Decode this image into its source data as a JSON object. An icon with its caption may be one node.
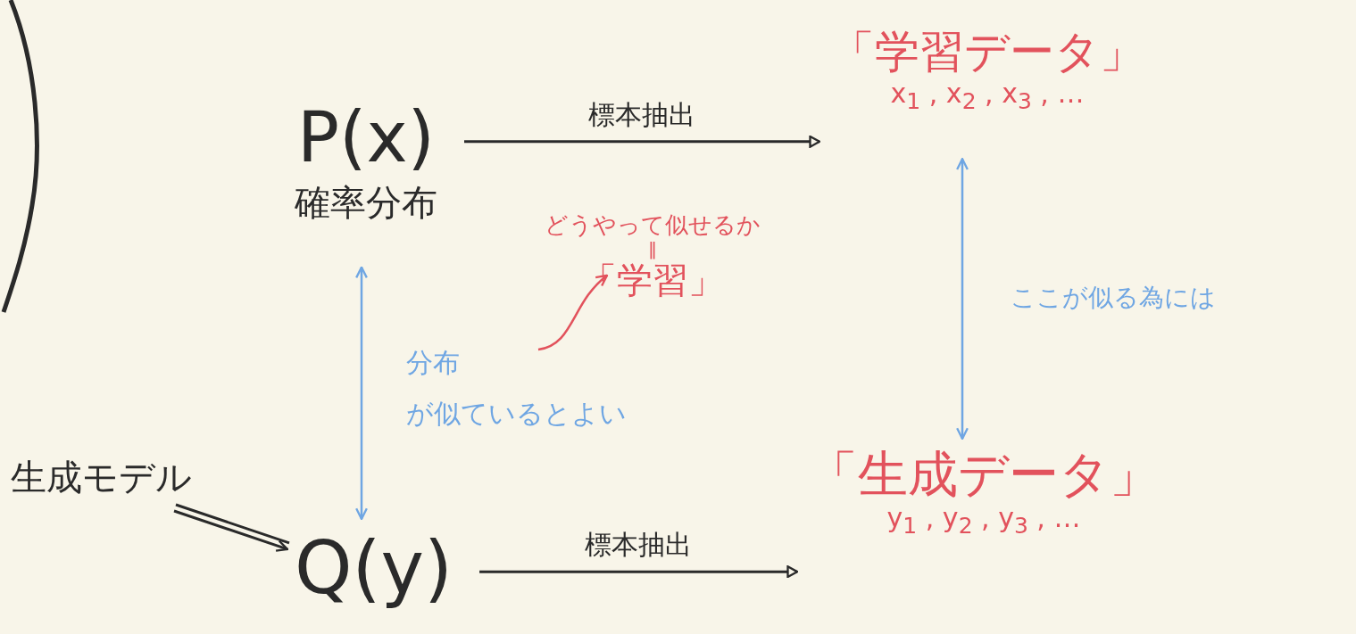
{
  "diagram": {
    "nodes": [
      {
        "text": [
          "P(x)"
        ],
        "beside": [
          "確率分布"
        ]
      },
      {
        "text": [
          "「学習データ」",
          "x$_{1}$ , x$_{2}$ , x$_{3}$ , …"
        ]
      },
      {
        "text": [
          "生成モデル"
        ]
      },
      {
        "text": [
          "Q(y)"
        ]
      },
      {
        "text": [
          "「生成データ」",
          "y$_{1}$ , y$_{2}$ , y$_{3}$ , …"
        ]
      },
      {
        "text": [
          "どうやって似せるか",
          "‖",
          "「学習」"
        ]
      },
      {
        "text": [
          "分布",
          "が似ているとよい"
        ]
      }
    ],
    "edges": [
      {
        "from": 0,
        "to": 1,
        "arrow": "to",
        "label": "標本抽出"
      },
      {
        "from": 2,
        "to": 3,
        "arrow": "to"
      },
      {
        "from": 3,
        "to": 4,
        "arrow": "to",
        "label": "標本抽出"
      },
      {
        "from": 0,
        "to": 3,
        "arrow": "both",
        "color": "#6fa6e3"
      },
      {
        "from": 1,
        "to": 4,
        "arrow": "both",
        "color": "#6fa6e3",
        "label": "ここが似る為には"
      },
      {
        "from": 6,
        "to": 5,
        "arrow": "to",
        "color": "#e2525c"
      }
    ]
  }
}
